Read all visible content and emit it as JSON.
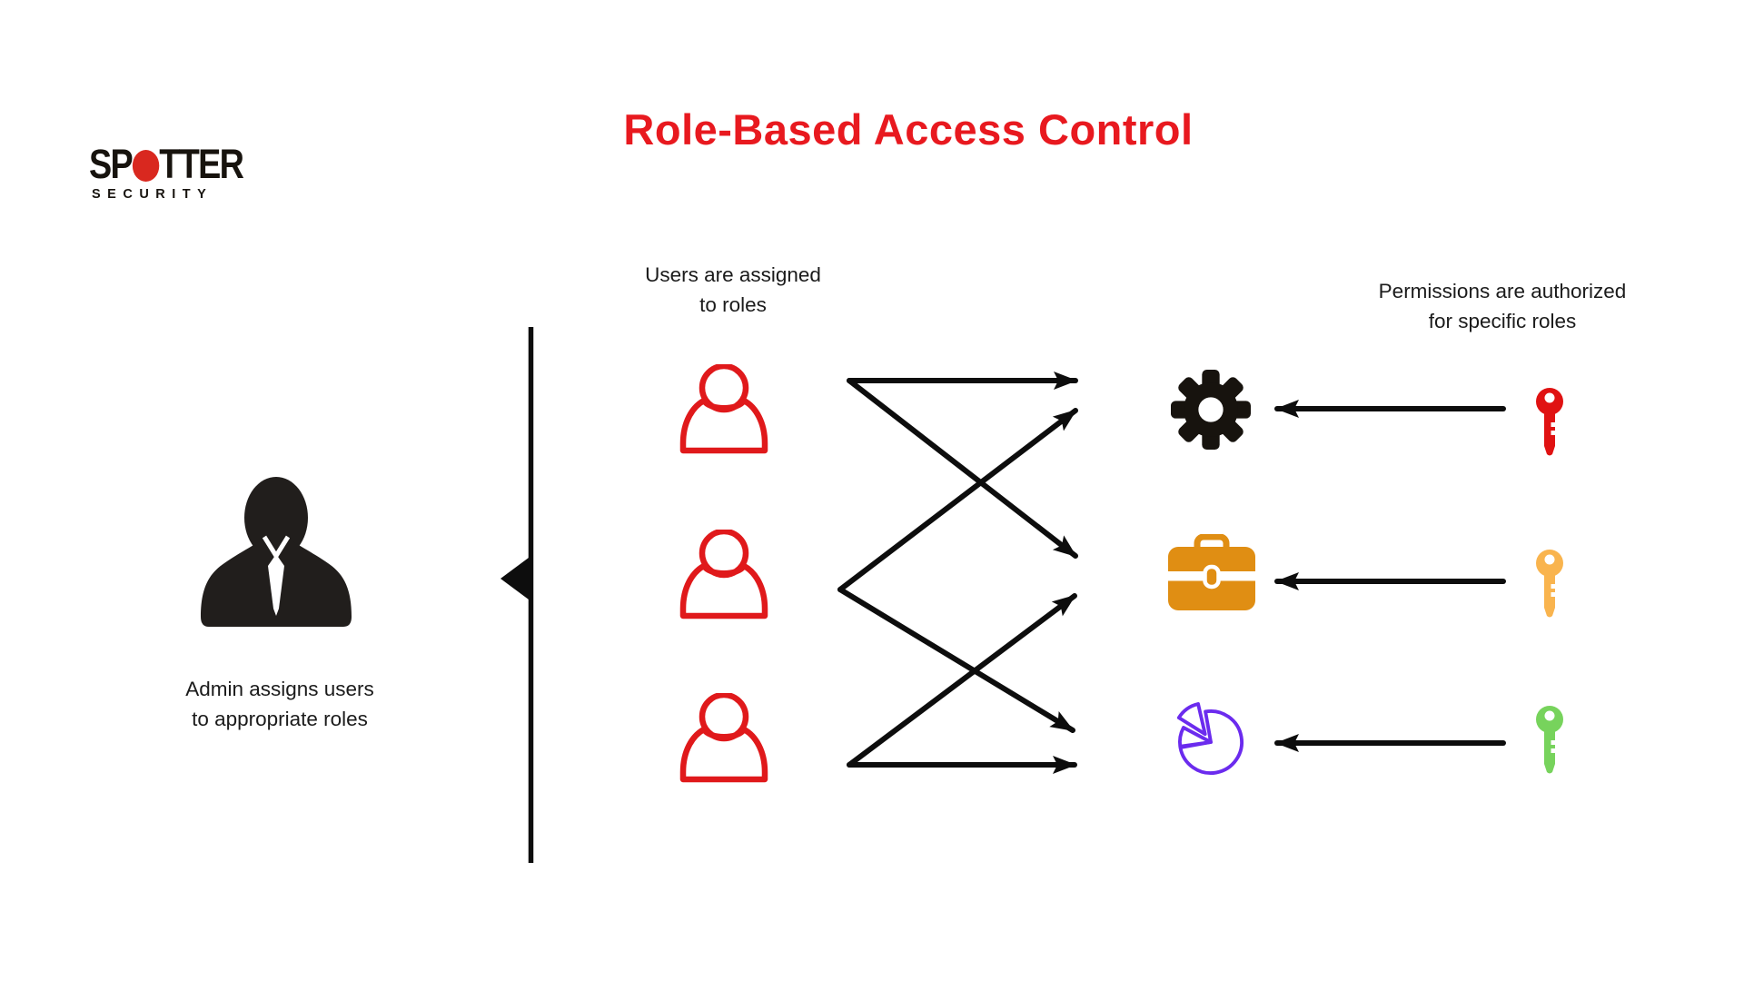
{
  "brand": {
    "word_part1": "SP",
    "word_part2": "TTER",
    "tagline": "SECURITY",
    "dot_color": "#d9281f"
  },
  "title": {
    "text": "Role-Based Access Control",
    "color": "#e8191f"
  },
  "admin_section": {
    "caption": [
      "Admin assigns users",
      "to appropriate roles"
    ],
    "icon": "admin-person-icon",
    "icon_color": "#211e1c"
  },
  "users_section": {
    "label": [
      "Users are assigned",
      "to roles"
    ],
    "user_icon_color": "#e0191b",
    "users": [
      "user-1",
      "user-2",
      "user-3"
    ]
  },
  "roles_section": {
    "roles": [
      {
        "id": "role-settings",
        "icon": "gear-icon",
        "color": "#17130e"
      },
      {
        "id": "role-business",
        "icon": "briefcase-icon",
        "color": "#e08e13"
      },
      {
        "id": "role-analytics",
        "icon": "pie-chart-icon",
        "color": "#6b2bee"
      }
    ]
  },
  "permissions_section": {
    "label": [
      "Permissions are authorized",
      "for specific roles"
    ],
    "keys": [
      {
        "id": "permission-key-1",
        "icon": "key-icon",
        "color": "#e01212"
      },
      {
        "id": "permission-key-2",
        "icon": "key-icon",
        "color": "#f9b44e"
      },
      {
        "id": "permission-key-3",
        "icon": "key-icon",
        "color": "#77d35c"
      }
    ]
  },
  "connections": {
    "arrow_color": "#0d0d0d",
    "user_to_role": [
      "user-1 → role-settings",
      "user-1 → role-business",
      "user-2 → role-settings",
      "user-2 → role-analytics",
      "user-3 → role-business",
      "user-3 → role-analytics"
    ],
    "key_to_role": [
      "permission-key-1 → role-settings",
      "permission-key-2 → role-business",
      "permission-key-3 → role-analytics"
    ]
  }
}
